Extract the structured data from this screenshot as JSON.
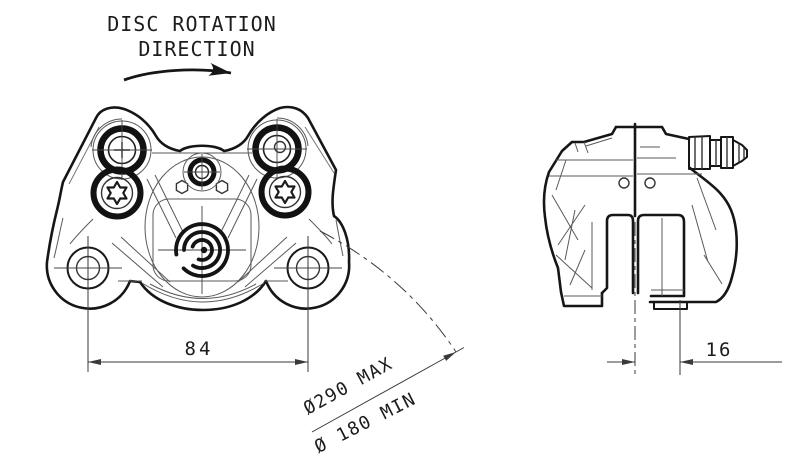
{
  "header": {
    "line1": "DISC ROTATION",
    "line2": "DIRECTION",
    "arrow_icon": "curved-right-arrow"
  },
  "dimensions": {
    "front_mounting_span": "84",
    "side_offset": "16",
    "disc_max": "Ø290 MAX",
    "disc_min": "Ø 180 MIN"
  },
  "views": {
    "front": "brake-caliper-front-view",
    "side": "brake-caliper-side-view"
  },
  "colors": {
    "bg": "#ffffff",
    "outline": "#161616",
    "detail": "#5a5a5a",
    "dim": "#3a3a3a"
  }
}
